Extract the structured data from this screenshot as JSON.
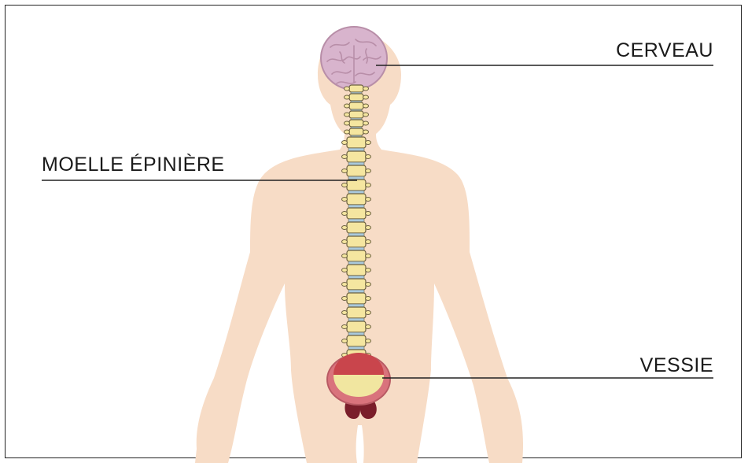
{
  "labels": {
    "brain": "CERVEAU",
    "spinal_cord": "MOELLE ÉPINIÈRE",
    "bladder": "VESSIE"
  },
  "colors": {
    "skin": "#f7dcc6",
    "brain": "#d8b4cd",
    "brain_outline": "#b88ea8",
    "vertebra": "#f5e6a0",
    "vertebra_outline": "#6b6040",
    "disc": "#a9c9dc",
    "bladder_outer": "#d9737c",
    "bladder_inner": "#c9454c",
    "urine": "#f1e6a0",
    "prostate": "#7a1e2a",
    "line": "#222222"
  },
  "icons": [
    "human-body-silhouette",
    "brain-icon",
    "spine-icon",
    "bladder-icon"
  ]
}
